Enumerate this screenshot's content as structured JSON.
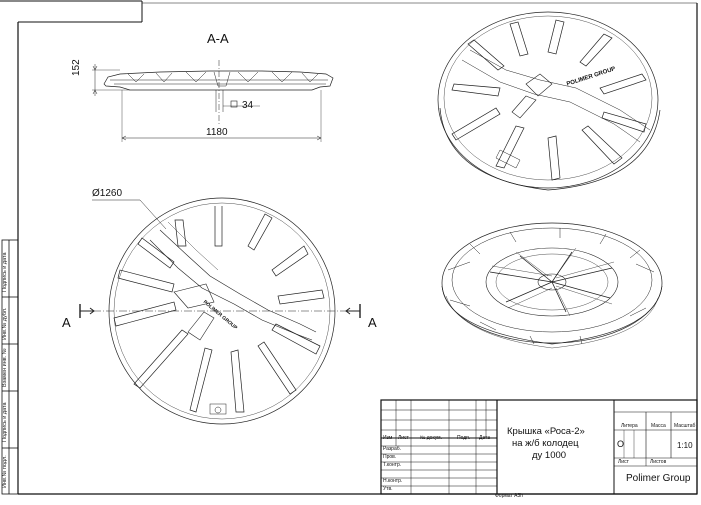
{
  "section_label": "А-А",
  "dimensions": {
    "height": "152",
    "thickness": "34",
    "width": "1180",
    "diameter": "Ø1260"
  },
  "section_marks": {
    "left": "A",
    "right": "A"
  },
  "logo_text": "POLIMER GROUP",
  "side_stamp": [
    "Инв.№ подл.",
    "Подпись и дата",
    "Взамен инв. №",
    "Инв.№ дубл.",
    "Подпись и дата"
  ],
  "title_block": {
    "columns": [
      "Изм",
      "Лист",
      "№ докум.",
      "Подп.",
      "Дата"
    ],
    "rows": [
      "Разраб.",
      "Пров.",
      "Т.контр.",
      "",
      "Н.контр.",
      "Утв."
    ],
    "title_lines": [
      "Крышка «Роса-2»",
      "на ж/б колодец",
      "ду 1000"
    ],
    "litera_label": "Литера",
    "mass_label": "Масса",
    "scale_label": "Масштаб",
    "litera_value": "О",
    "scale_value": "1:10",
    "sheet_label": "Лист",
    "sheets_label": "Листов",
    "company": "Polimer Group"
  },
  "format_label": "Формат А3h"
}
